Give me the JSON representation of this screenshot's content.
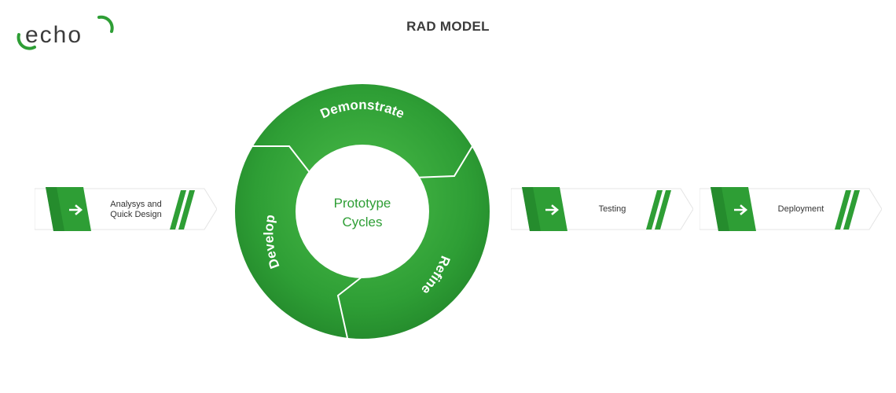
{
  "header": {
    "logo_text": "echo",
    "title": "RAD MODEL"
  },
  "steps": [
    {
      "label_line1": "Analysys and",
      "label_line2": "Quick Design",
      "icon": "arrow-right-icon"
    },
    {
      "label_line1": "Testing",
      "icon": "arrow-right-icon"
    },
    {
      "label_line1": "Deployment",
      "icon": "arrow-right-icon"
    }
  ],
  "cycle": {
    "center_line1": "Prototype",
    "center_line2": "Cycles",
    "segments": [
      "Demonstrate",
      "Refine",
      "Develop"
    ]
  },
  "colors": {
    "green": "#2e9e35",
    "dark_green": "#1b7a25",
    "light_green": "#4cbd4a",
    "text": "#3b3b3b"
  }
}
